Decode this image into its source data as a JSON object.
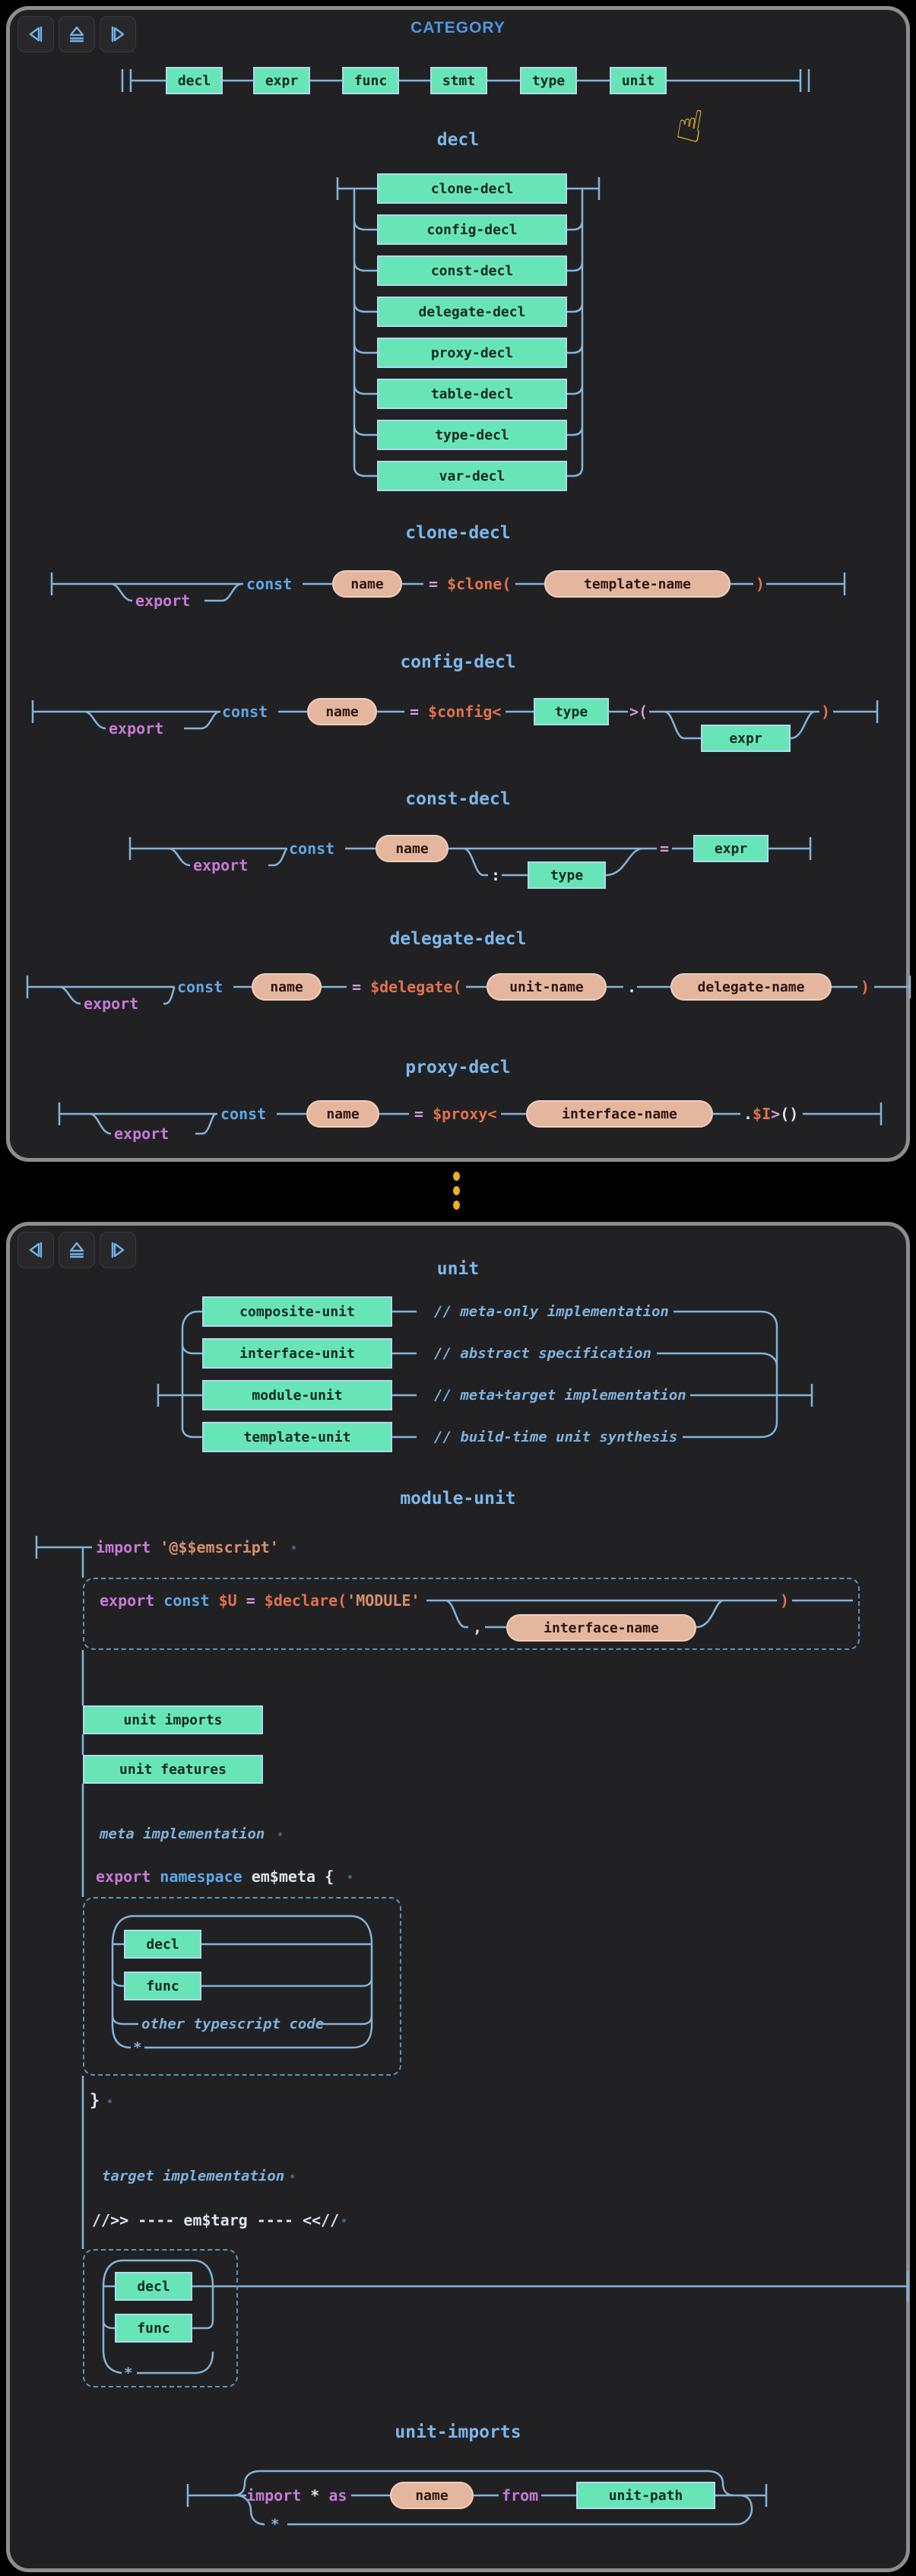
{
  "colors": {
    "background": "#000000",
    "card_bg": "#212124",
    "card_border": "#8d8d8d",
    "rail_blue": "#84b4da",
    "box_green": "#68e5b6",
    "pill_salmon": "#e5b69e",
    "keyword_purple": "#c67ad5",
    "keyword_blue": "#5ea7e5",
    "dollar_orange": "#e0734d",
    "string_salmon": "#d6906c",
    "operator_pink": "#cf9ed6",
    "plain_white": "#dde4ec",
    "title_blue": "#4f96e0",
    "heading_blue": "#7db7ea",
    "comment_blue": "#7fb2dd",
    "separator_yellow": "#eab028",
    "hand_yellow": "#ecb83a"
  },
  "nav": {
    "prev": "previous section",
    "eject": "index",
    "next": "next section"
  },
  "card1": {
    "title": "CATEGORY",
    "category": {
      "items": [
        "decl",
        "expr",
        "func",
        "stmt",
        "type",
        "unit"
      ]
    },
    "decl": {
      "title": "decl",
      "options": [
        "clone-decl",
        "config-decl",
        "const-decl",
        "delegate-decl",
        "proxy-decl",
        "table-decl",
        "type-decl",
        "var-decl"
      ]
    },
    "clone": {
      "title": "clone-decl",
      "export": "export",
      "const": "const",
      "name": "name",
      "eq": "=",
      "call": "$clone(",
      "arg": "template-name",
      "close": ")"
    },
    "config": {
      "title": "config-decl",
      "export": "export",
      "const": "const",
      "name": "name",
      "eq": "=",
      "call": "$config<",
      "type": "type",
      "open": ">(",
      "expr": "expr",
      "close": ")"
    },
    "constd": {
      "title": "const-decl",
      "export": "export",
      "const": "const",
      "name": "name",
      "colon": ":",
      "type": "type",
      "eq": "=",
      "expr": "expr"
    },
    "delegate": {
      "title": "delegate-decl",
      "export": "export",
      "const": "const",
      "name": "name",
      "eq": "=",
      "call": "$delegate(",
      "unit_name": "unit-name",
      "dot": ".",
      "delegate_name": "delegate-name",
      "close": ")"
    },
    "proxy": {
      "title": "proxy-decl",
      "export": "export",
      "const": "const",
      "name": "name",
      "eq": "=",
      "call": "$proxy<",
      "arg": "interface-name",
      "dot": ".",
      "iface": "$I",
      "gt": ">",
      "parens": "()"
    }
  },
  "card2": {
    "unit": {
      "title": "unit",
      "options": [
        {
          "name": "composite-unit",
          "comment": "// meta-only implementation"
        },
        {
          "name": "interface-unit",
          "comment": "// abstract specification"
        },
        {
          "name": "module-unit",
          "comment": "// meta+target implementation"
        },
        {
          "name": "template-unit",
          "comment": "// build-time unit synthesis"
        }
      ]
    },
    "module": {
      "title": "module-unit",
      "import_kw": "import",
      "import_path": "'@$$emscript'",
      "exp": "export",
      "const": "const",
      "uvar": "$U",
      "eq": "=",
      "call": "$declare(",
      "mod": "'MODULE'",
      "comma": ",",
      "iface": "interface-name",
      "close": ")",
      "box_imports": "unit imports",
      "box_features": "unit features",
      "meta_comment": "meta implementation",
      "ns_export": "export",
      "ns_kw": "namespace",
      "ns_name": "em$meta",
      "ns_open": "{",
      "m_decl": "decl",
      "m_func": "func",
      "m_other": "other typescript code",
      "m_star": "*",
      "ns_close": "}",
      "target_comment": "target implementation",
      "marker": "//>> ---- em$targ ---- <<//",
      "t_decl": "decl",
      "t_func": "func",
      "t_star": "*"
    },
    "imports": {
      "title": "unit-imports",
      "import_kw": "import",
      "star": "*",
      "as_kw": "as",
      "name": "name",
      "from_kw": "from",
      "path": "unit-path",
      "loop_star": "*"
    }
  }
}
